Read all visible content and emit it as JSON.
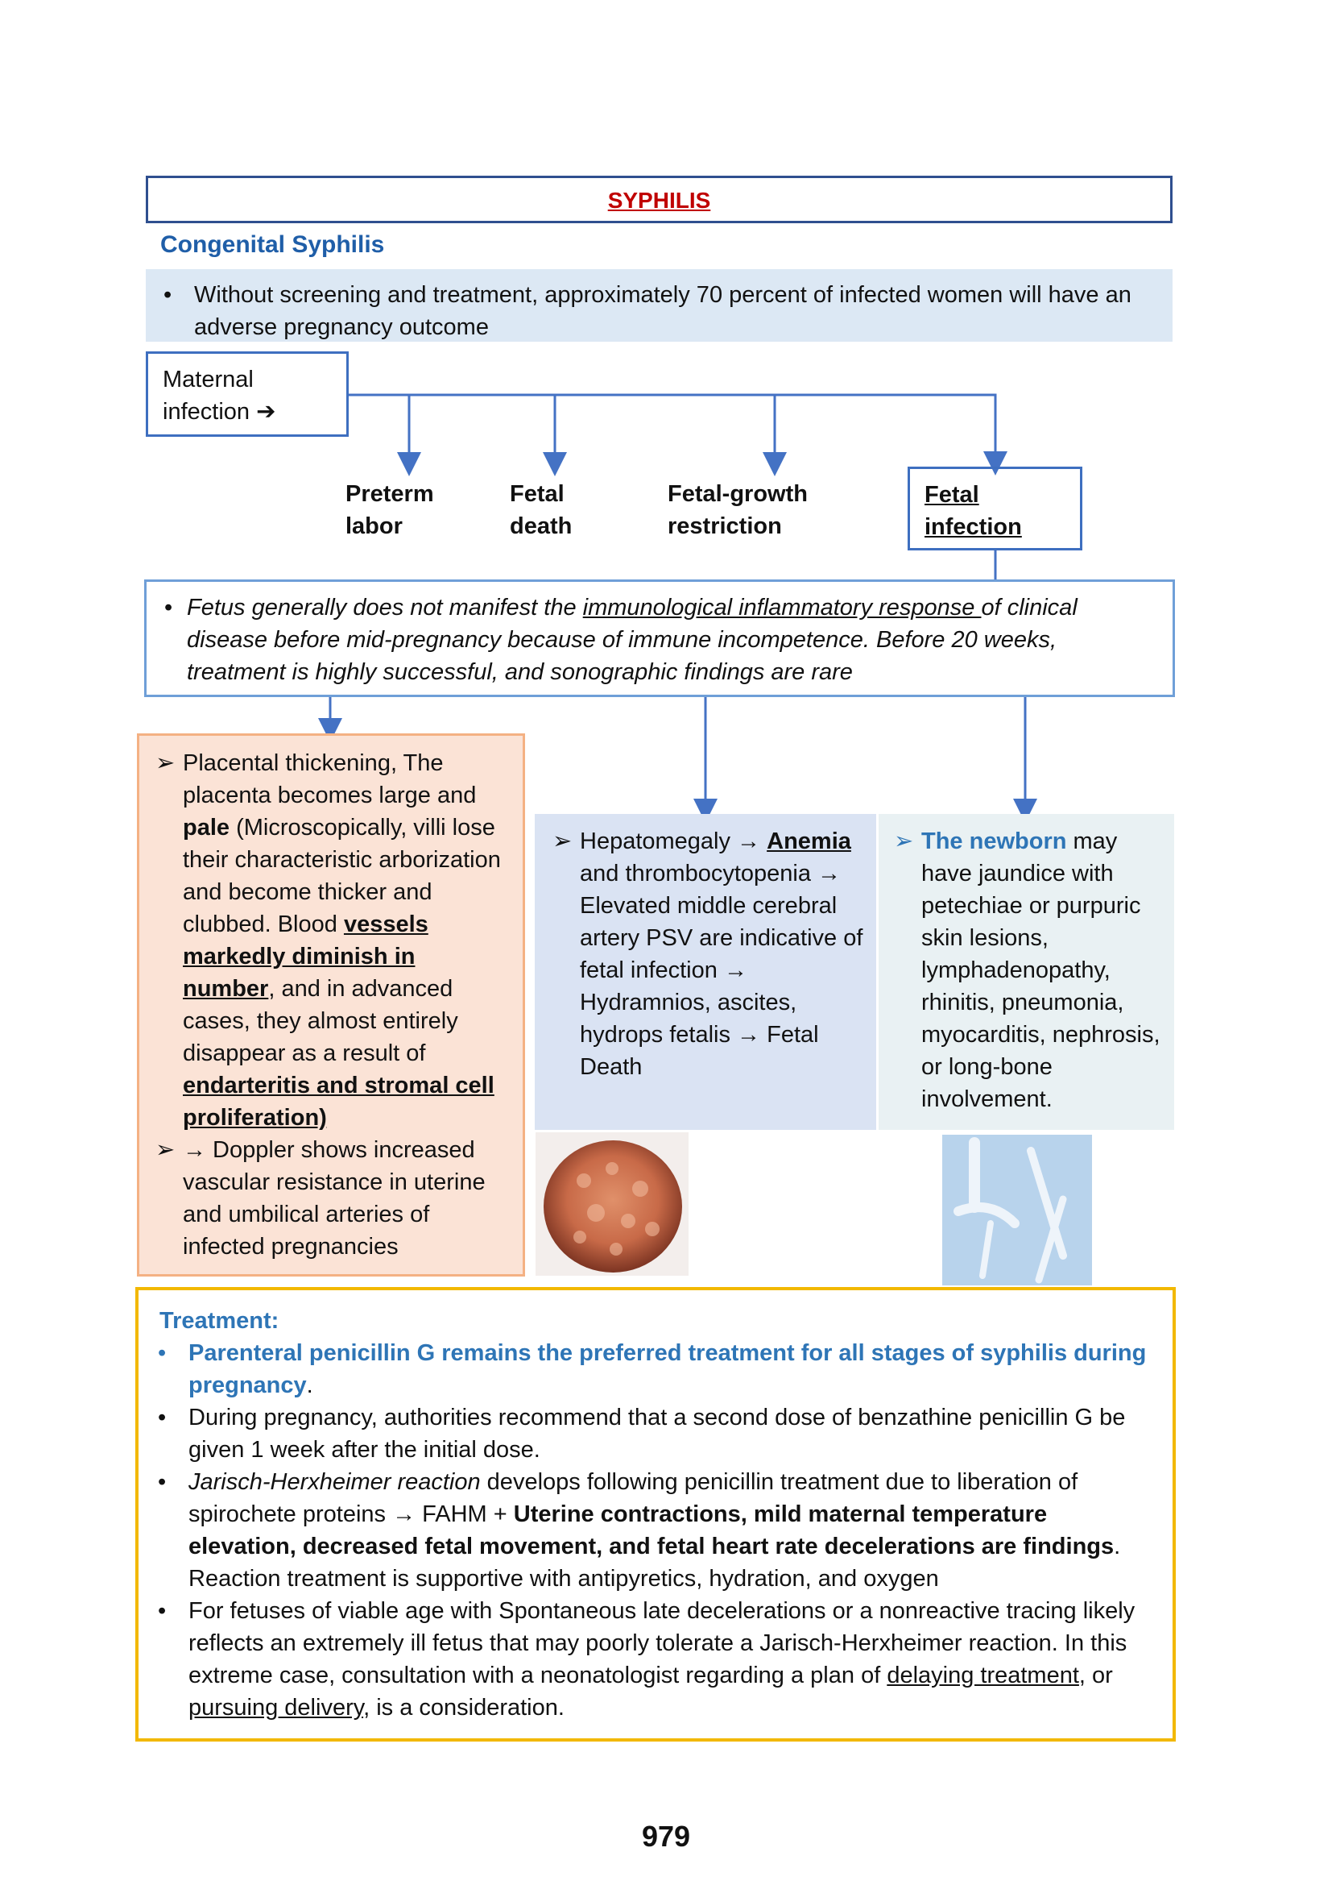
{
  "title": "SYPHILIS",
  "subheading": "Congenital Syphilis",
  "intro_bullet": "Without screening and treatment, approximately 70 percent of infected women will have an adverse pregnancy outcome",
  "maternal": {
    "line1": "Maternal",
    "line2": "infection ➔"
  },
  "outcomes": {
    "preterm": {
      "line1": "Preterm",
      "line2": "labor"
    },
    "death": {
      "line1": "Fetal",
      "line2": "death"
    },
    "growth": {
      "line1": "Fetal-growth",
      "line2": "restriction"
    },
    "infection": {
      "line1": "Fetal",
      "line2": "infection"
    }
  },
  "immune": {
    "part1": "Fetus generally does not manifest the ",
    "underlined": "immunological inflammatory response ",
    "part2": "of clinical disease before mid-pregnancy because of immune incompetence. Before 20 weeks, treatment is highly successful, and sonographic findings are rare"
  },
  "placenta": {
    "a1": "Placental thickening, The placenta becomes large and ",
    "a_bold": "pale",
    "a2": " (Microscopically, villi lose their characteristic arborization and become thicker and clubbed. Blood ",
    "a_u1": "vessels markedly diminish in number",
    "a3": ", and in advanced cases, they almost entirely disappear as a result of ",
    "a_u2": "endarteritis and stromal cell proliferation)",
    "b": "→ Doppler shows increased vascular resistance in uterine and umbilical arteries of infected pregnancies"
  },
  "fetal_findings": {
    "p1": "Hepatomegaly → ",
    "anemia": "Anemia",
    "p2": " and thrombocytopenia → Elevated middle cerebral artery PSV are indicative of fetal infection → Hydramnios, ascites, hydrops fetalis → Fetal Death"
  },
  "newborn": {
    "lead": "The newborn",
    "rest": " may have jaundice with petechiae or purpuric skin lesions, lymphadenopathy, rhinitis, pneumonia, myocarditis, nephrosis, or long-bone involvement."
  },
  "treatment": {
    "heading": "Treatment:",
    "b1": "Parenteral penicillin G remains the preferred treatment for all stages of syphilis during pregnancy",
    "b1_end": ".",
    "b2": "During pregnancy, authorities recommend that a second dose of benzathine penicillin G be given 1 week after the initial dose.",
    "b3_italic": "Jarisch-Herxheimer reaction",
    "b3_a": " develops following penicillin treatment due to liberation of spirochete proteins → FAHM + ",
    "b3_bold": "Uterine contractions, mild maternal temperature elevation, decreased fetal movement, and fetal heart rate decelerations are findings",
    "b3_b": ". Reaction treatment is supportive with antipyretics, hydration, and oxygen",
    "b4_a": "For fetuses of viable age with Spontaneous late decelerations or a nonreactive tracing likely reflects an extremely ill fetus that may poorly tolerate a Jarisch-Herxheimer reaction. In this extreme case, consultation with a neonatologist regarding a plan of ",
    "b4_u1": "delaying treatment",
    "b4_mid": ", or ",
    "b4_u2": "pursuing delivery",
    "b4_end": ", is a consideration."
  },
  "page_number": "979",
  "colors": {
    "title_red": "#c00000",
    "heading_blue": "#1f5ea8",
    "line_blue": "#4472c4",
    "orange_fill": "#fbe3d6",
    "treatment_border": "#f2b800"
  }
}
